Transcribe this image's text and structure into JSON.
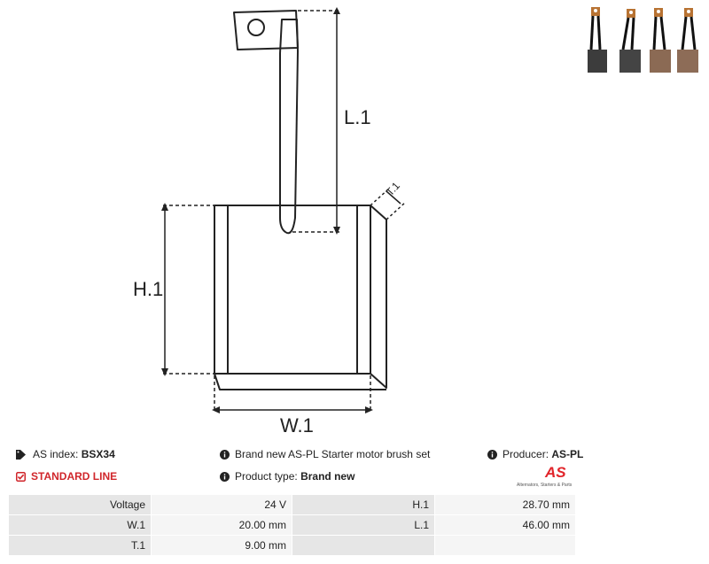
{
  "drawing": {
    "labels": {
      "l1": "L.1",
      "h1": "H.1",
      "w1": "W.1",
      "t1": "T.1"
    }
  },
  "info": {
    "as_index_label": "AS index:",
    "as_index_value": "BSX34",
    "description": "Brand new AS-PL Starter motor brush set",
    "producer_label": "Producer:",
    "producer_value": "AS-PL",
    "line_label": "STANDARD LINE",
    "product_type_label": "Product type:",
    "product_type_value": "Brand new"
  },
  "logo": {
    "mark": "AS",
    "tagline": "Alternators, Starters & Parts"
  },
  "specs": [
    {
      "l1": "Voltage",
      "v1": "24 V",
      "l2": "H.1",
      "v2": "28.70 mm"
    },
    {
      "l1": "W.1",
      "v1": "20.00 mm",
      "l2": "L.1",
      "v2": "46.00 mm"
    },
    {
      "l1": "T.1",
      "v1": "9.00 mm",
      "l2": "",
      "v2": ""
    }
  ],
  "colors": {
    "accent_red": "#d0262b",
    "table_label_bg": "#e6e6e6",
    "table_value_bg": "#f5f5f5"
  }
}
